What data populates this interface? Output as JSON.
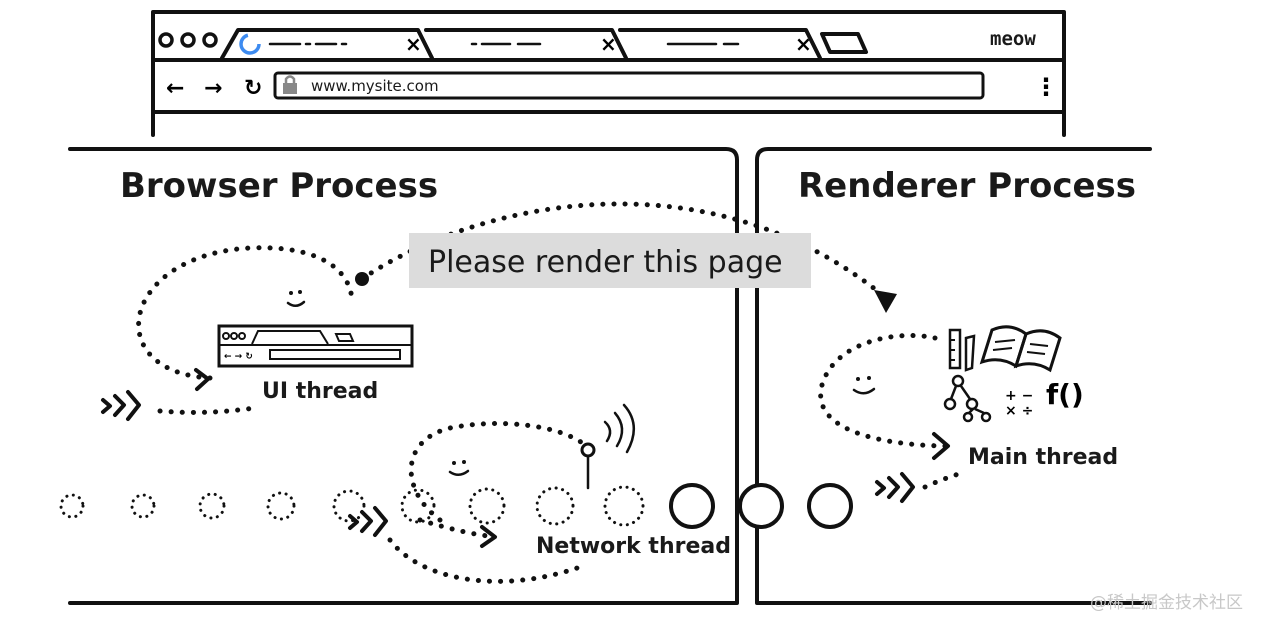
{
  "browser_window": {
    "url": "www.mysite.com",
    "brand": "meow",
    "tabs": [
      {
        "index": 1,
        "close": "×"
      },
      {
        "index": 2,
        "close": "×"
      },
      {
        "index": 3,
        "close": "×"
      }
    ],
    "nav": {
      "back": "←",
      "forward": "→",
      "reload": "↻",
      "menu": "⋮"
    }
  },
  "browser_process": {
    "title": "Browser Process",
    "ui_thread_label": "UI thread",
    "network_thread_label": "Network thread"
  },
  "renderer_process": {
    "title": "Renderer Process",
    "main_thread_label": "Main thread",
    "math_text": "f()"
  },
  "message": {
    "text": "Please render this page",
    "background": "#dcdcdc"
  },
  "watermark": "@稀土掘金技术社区"
}
